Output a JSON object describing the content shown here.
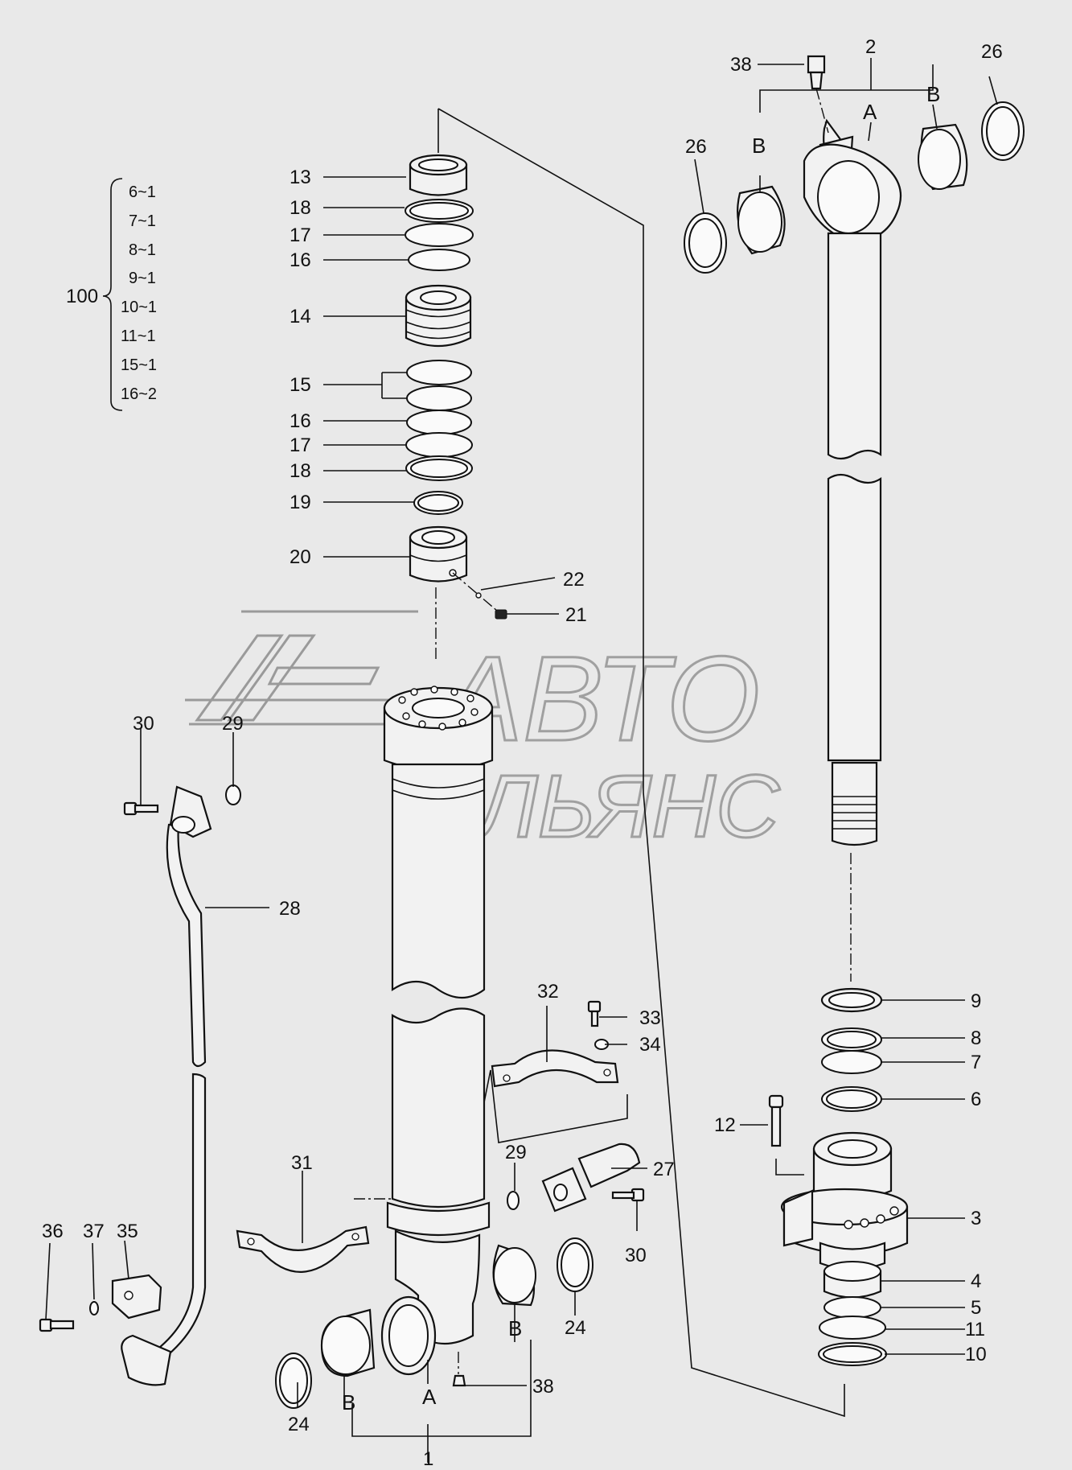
{
  "watermark": {
    "line1": "АВТО",
    "line2": "АЛЬЯНС"
  },
  "kit": {
    "number": "100",
    "items": [
      "6~1",
      "7~1",
      "8~1",
      "9~1",
      "10~1",
      "11~1",
      "15~1",
      "16~2"
    ]
  },
  "labels": {
    "p1": "1",
    "p2": "2",
    "p3": "3",
    "p4": "4",
    "p5": "5",
    "p6": "6",
    "p7": "7",
    "p8": "8",
    "p9": "9",
    "p10": "10",
    "p11": "11",
    "p12": "12",
    "p13": "13",
    "p14": "14",
    "p15": "15",
    "p16a": "16",
    "p16b": "16",
    "p17a": "17",
    "p17b": "17",
    "p18a": "18",
    "p18b": "18",
    "p19": "19",
    "p20": "20",
    "p21": "21",
    "p22": "22",
    "p24a": "24",
    "p24b": "24",
    "p26a": "26",
    "p26b": "26",
    "p27": "27",
    "p28": "28",
    "p29a": "29",
    "p29b": "29",
    "p30a": "30",
    "p30b": "30",
    "p31": "31",
    "p32": "32",
    "p33": "33",
    "p34": "34",
    "p35": "35",
    "p36": "36",
    "p37": "37",
    "p38a": "38",
    "p38b": "38"
  },
  "letters": {
    "a_top": "A",
    "b_top_left": "B",
    "b_top_right": "B",
    "a_bottom": "A",
    "b_bottom_left": "B",
    "b_bottom_right": "B"
  },
  "colors": {
    "background": "#e9e9e9",
    "ink": "#111111",
    "watermark": "#9a9a9a"
  }
}
